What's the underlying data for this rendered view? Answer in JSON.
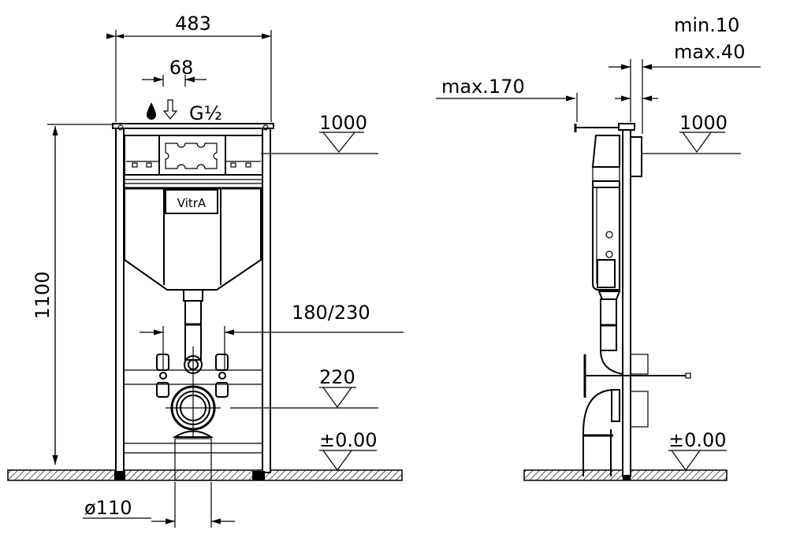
{
  "front_view": {
    "width_label": "483",
    "inlet_offset_label": "68",
    "inlet_thread_label": "G½",
    "height_label": "1100",
    "cistern_level_label": "1000",
    "bolt_spacing_label": "180/230",
    "outlet_height_label": "220",
    "floor_level_label": "±0.00",
    "outlet_diameter_label": "ø110",
    "brand_logo": "VitrA"
  },
  "side_view": {
    "min_depth_label": "min.10",
    "max_depth_label": "max.40",
    "max_projection_label": "max.170",
    "cistern_level_label": "1000",
    "floor_level_label": "±0.00"
  }
}
